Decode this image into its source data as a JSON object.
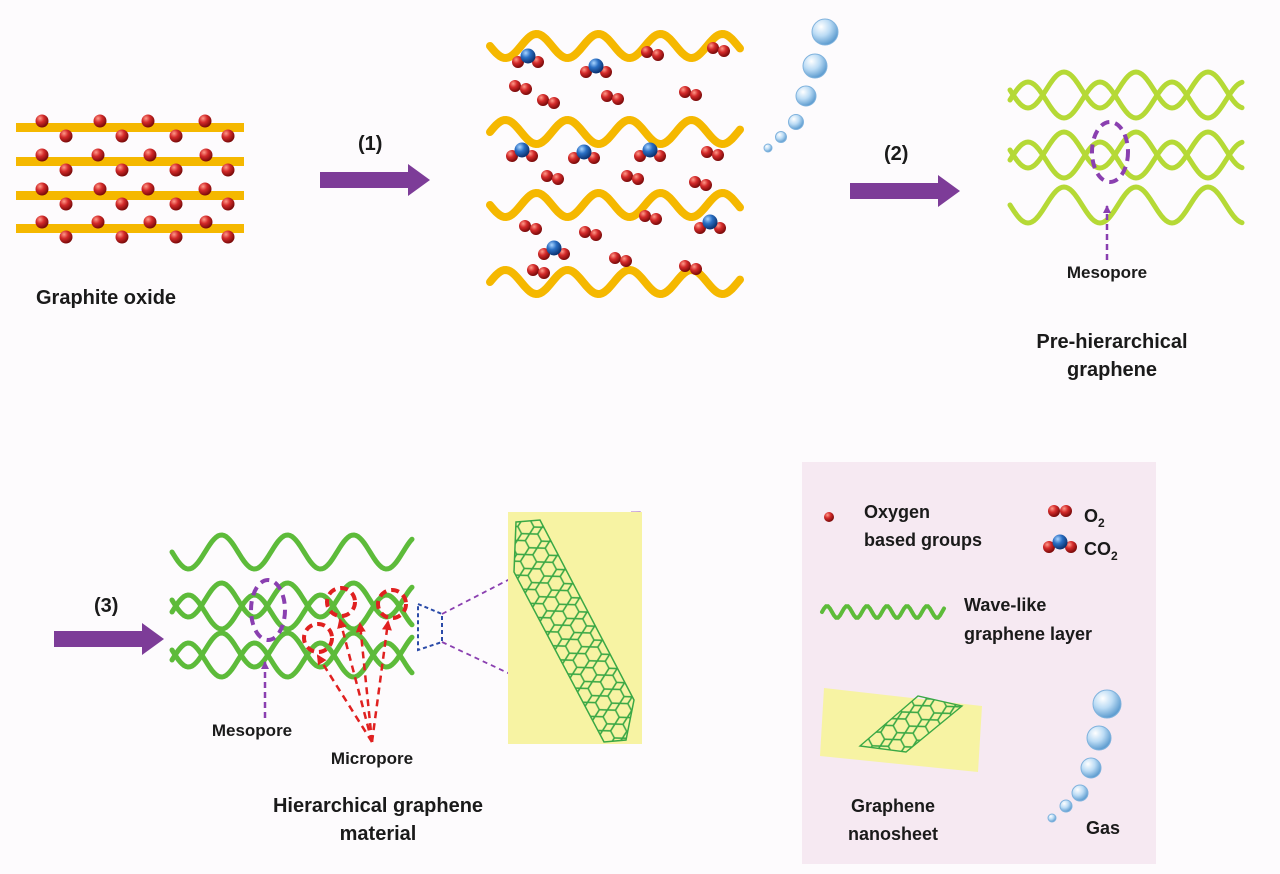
{
  "steps": {
    "step1": "(1)",
    "step2": "(2)",
    "step3": "(3)"
  },
  "labels": {
    "graphite_oxide": "Graphite oxide",
    "mesopore_top": "Mesopore",
    "pre_hierarchical_line1": "Pre-hierarchical",
    "pre_hierarchical_line2": "graphene",
    "mesopore_bottom": "Mesopore",
    "micropore": "Micropore",
    "hierarchical_line1": "Hierarchical graphene",
    "hierarchical_line2": "material"
  },
  "legend": {
    "oxygen_line1": "Oxygen",
    "oxygen_line2": "based groups",
    "o2_base": "O",
    "o2_sub": "2",
    "co2_base": "CO",
    "co2_sub": "2",
    "wave_line1": "Wave-like",
    "wave_line2": "graphene layer",
    "nanosheet_line1": "Graphene",
    "nanosheet_line2": "nanosheet",
    "gas": "Gas"
  },
  "colors": {
    "graphite_layer": "#f5b800",
    "graphene_light": "#b5d936",
    "graphene_green": "#5dbb3a",
    "arrow_purple": "#7d3c98",
    "oxygen_red": "#d42a2a",
    "carbon_blue": "#2a6fc4",
    "legend_bg": "#f6e9f2",
    "nanosheet_bg": "#f7f3a3"
  }
}
